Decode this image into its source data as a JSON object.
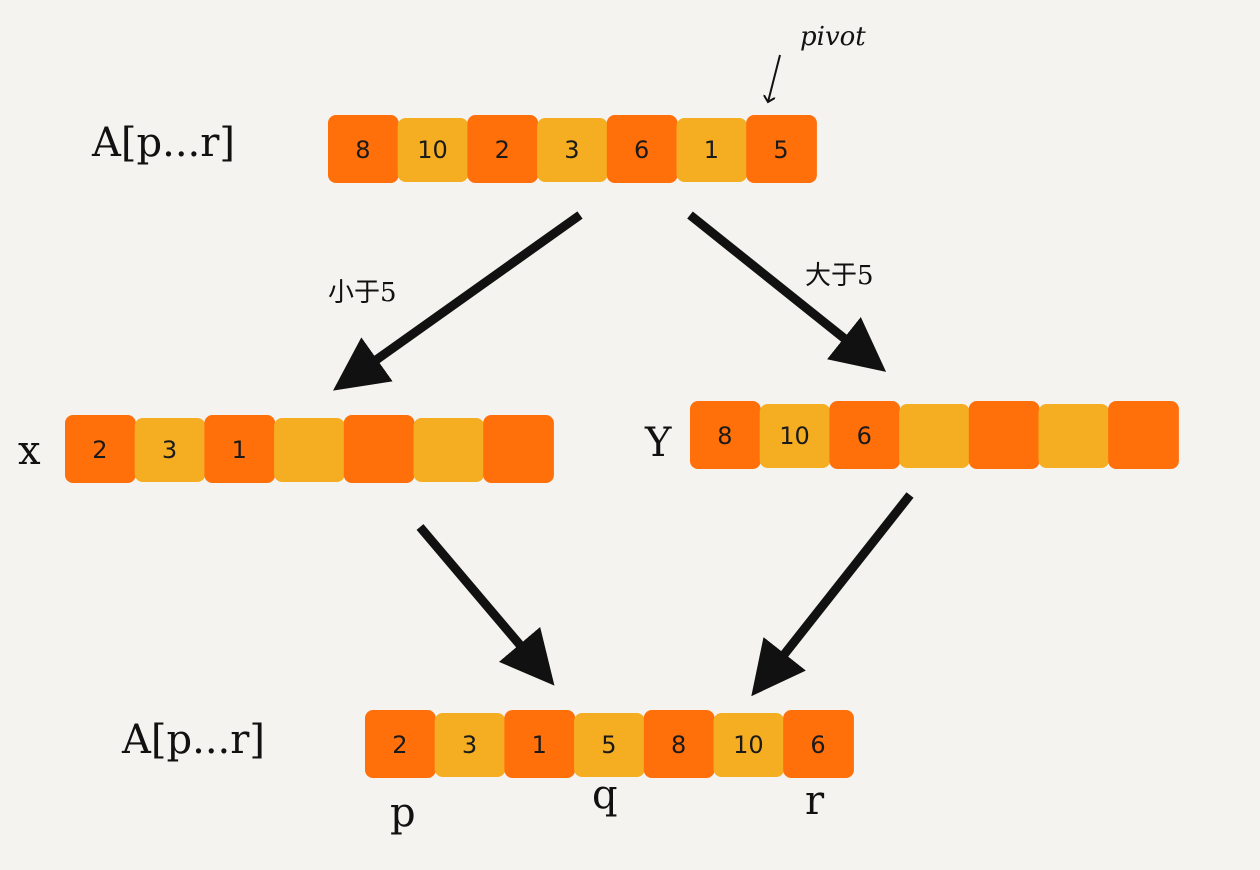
{
  "colors": {
    "orange": "#ff6f0a",
    "yellow": "#f5ae22",
    "arrow": "#111111",
    "background": "#f4f3ef"
  },
  "labels": {
    "top_array": "A[p...r]",
    "pivot": "pivot",
    "less_than": "小于5",
    "greater_than": "大于5",
    "x_array": "x",
    "y_array": "Y",
    "bottom_array": "A[p...r]",
    "p": "p",
    "q": "q",
    "r": "r"
  },
  "arrays": {
    "top": {
      "values": [
        "8",
        "10",
        "2",
        "3",
        "6",
        "1",
        "5"
      ],
      "colors": [
        "orange",
        "yellow",
        "orange",
        "yellow",
        "orange",
        "yellow",
        "orange"
      ]
    },
    "x": {
      "values": [
        "2",
        "3",
        "1",
        "",
        "",
        "",
        ""
      ],
      "colors": [
        "orange",
        "yellow",
        "orange",
        "yellow",
        "orange",
        "yellow",
        "orange"
      ]
    },
    "y": {
      "values": [
        "8",
        "10",
        "6",
        "",
        "",
        "",
        ""
      ],
      "colors": [
        "orange",
        "yellow",
        "orange",
        "yellow",
        "orange",
        "yellow",
        "orange"
      ]
    },
    "bottom": {
      "values": [
        "2",
        "3",
        "1",
        "5",
        "8",
        "10",
        "6"
      ],
      "colors": [
        "orange",
        "yellow",
        "orange",
        "yellow",
        "orange",
        "yellow",
        "orange"
      ]
    }
  }
}
